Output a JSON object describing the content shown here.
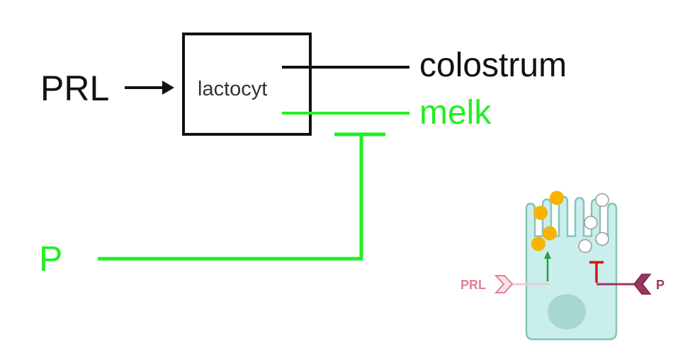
{
  "diagram": {
    "input_label": "PRL",
    "box_label": "lactocyt",
    "output_top_label": "colostrum",
    "output_bottom_label": "melk",
    "inhibitor_label": "P"
  },
  "illustration": {
    "prl_label": "PRL",
    "p_label": "P"
  },
  "colors": {
    "line_black": "#111111",
    "accent_green": "#22ee22",
    "box_text": "#333333",
    "cell_fill": "#c9eeeb",
    "cell_stroke": "#86c4bb",
    "nucleus": "#a7d8cf",
    "yellow_dots": "#f7b300",
    "white_dots": "#ffffff",
    "prl_pink": "#e07f93",
    "prl_line": "#f0c8d4",
    "p_maroon": "#9a3560",
    "inhibit_red": "#e01010",
    "arrow_green": "#2a9a4a"
  }
}
